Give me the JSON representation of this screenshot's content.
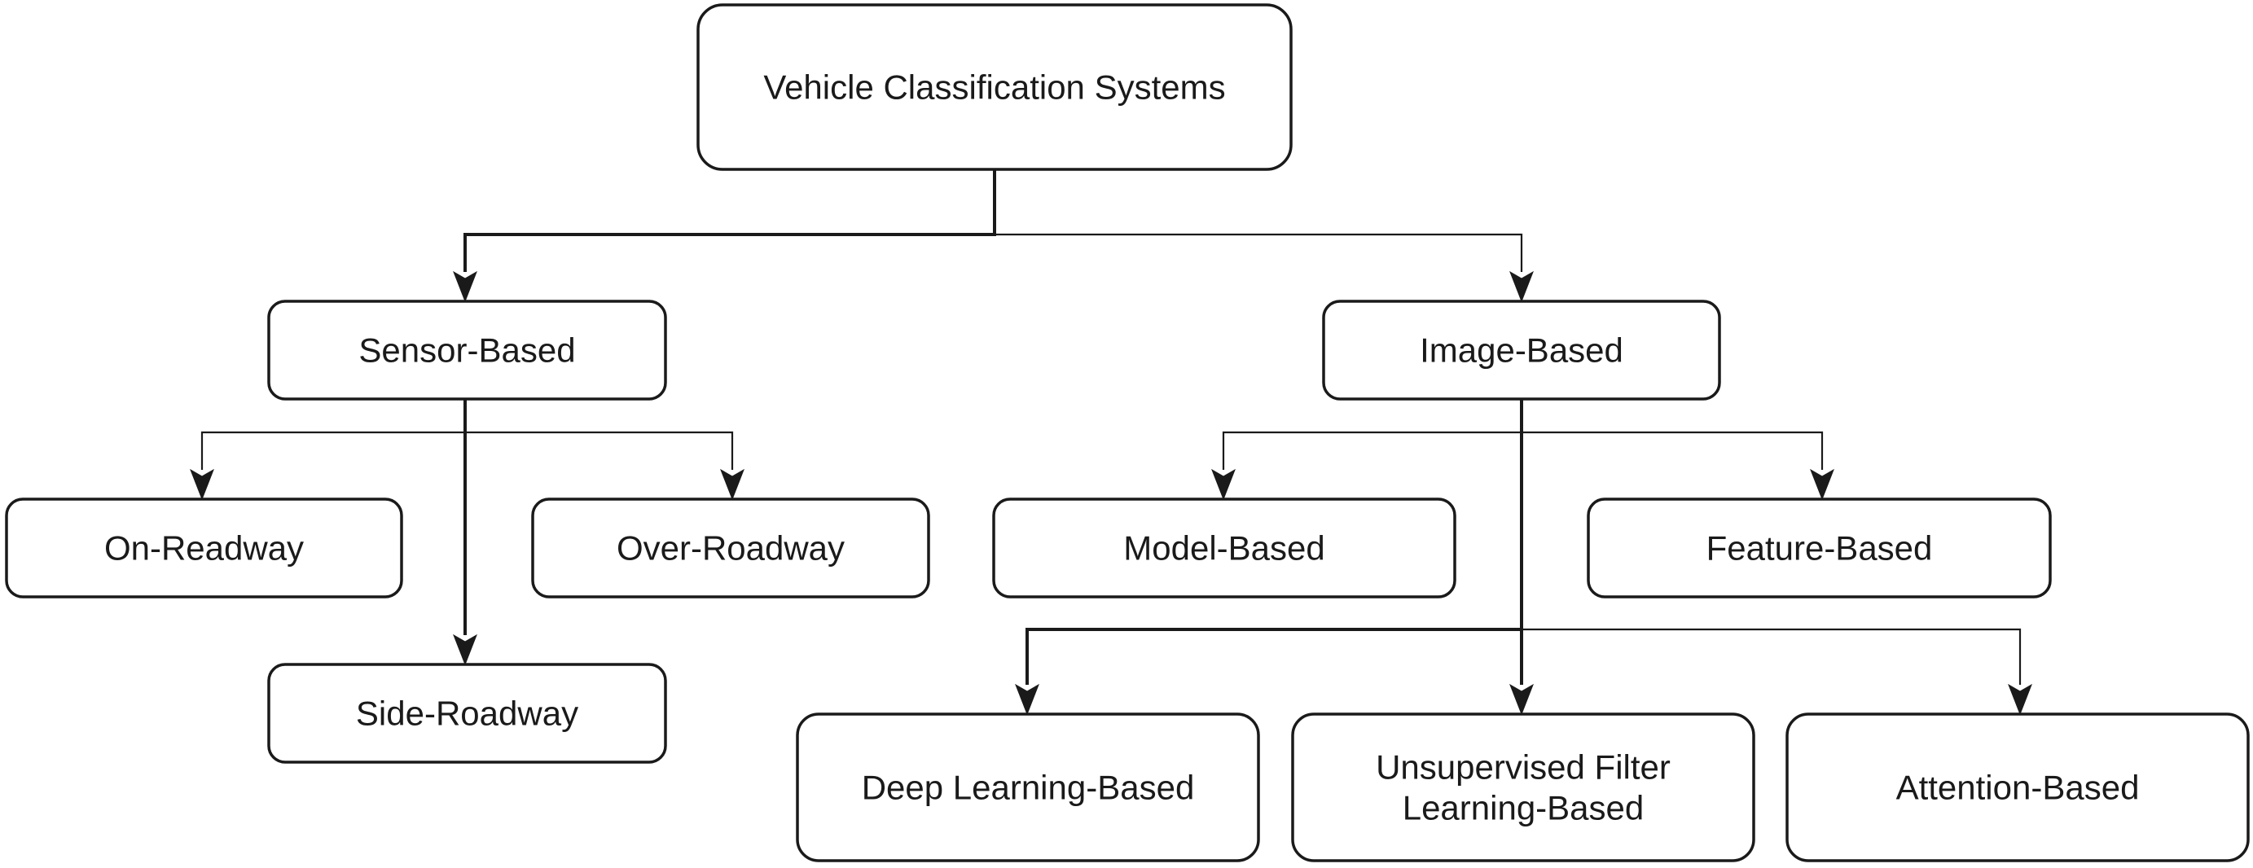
{
  "nodes": [
    {
      "id": "vcs",
      "lines": [
        "Vehicle Classification Systems"
      ]
    },
    {
      "id": "sensor",
      "lines": [
        "Sensor-Based"
      ]
    },
    {
      "id": "image",
      "lines": [
        "Image-Based"
      ]
    },
    {
      "id": "on",
      "lines": [
        "On-Readway"
      ]
    },
    {
      "id": "over",
      "lines": [
        "Over-Roadway"
      ]
    },
    {
      "id": "side",
      "lines": [
        "Side-Roadway"
      ]
    },
    {
      "id": "model",
      "lines": [
        "Model-Based"
      ]
    },
    {
      "id": "feature",
      "lines": [
        "Feature-Based"
      ]
    },
    {
      "id": "deep",
      "lines": [
        "Deep Learning-Based"
      ]
    },
    {
      "id": "unsup",
      "lines": [
        "Unsupervised Filter",
        "Learning-Based"
      ]
    },
    {
      "id": "attention",
      "lines": [
        "Attention-Based"
      ]
    }
  ],
  "edges": [
    {
      "from": "vcs",
      "to": "sensor"
    },
    {
      "from": "vcs",
      "to": "image"
    },
    {
      "from": "sensor",
      "to": "on"
    },
    {
      "from": "sensor",
      "to": "over"
    },
    {
      "from": "sensor",
      "to": "side"
    },
    {
      "from": "image",
      "to": "model"
    },
    {
      "from": "image",
      "to": "feature"
    },
    {
      "from": "image",
      "to": "deep"
    },
    {
      "from": "image",
      "to": "unsup"
    },
    {
      "from": "image",
      "to": "attention"
    }
  ]
}
